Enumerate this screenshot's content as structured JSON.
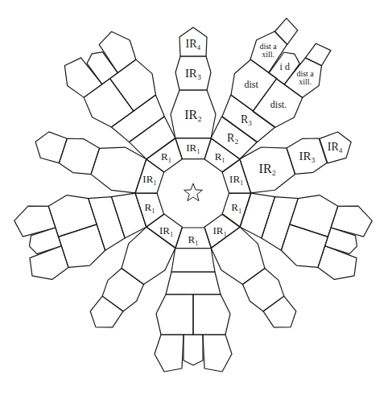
{
  "diagram": {
    "nodes": [
      {
        "text": [
          "IR₄"
        ]
      },
      {
        "text": [
          "IR₃"
        ]
      },
      {
        "text": [
          "dist a xill."
        ]
      },
      {
        "text": [
          "i d"
        ]
      },
      {
        "text": [
          "dist a xill."
        ]
      },
      {
        "text": [
          "dist"
        ]
      },
      {
        "text": [
          "dist."
        ]
      },
      {
        "text": [
          "IR₂"
        ]
      },
      {
        "text": [
          "R₃"
        ]
      },
      {
        "text": [
          "IR₃"
        ]
      },
      {
        "text": [
          "IR₄"
        ]
      },
      {
        "text": [
          "R₂"
        ]
      },
      {
        "text": [
          "IR₂"
        ]
      },
      {
        "text": [
          "IR₁"
        ]
      },
      {
        "text": [
          "R₁"
        ]
      },
      {
        "text": [
          "IR₁"
        ]
      },
      {
        "text": [
          "R₁"
        ]
      },
      {
        "text": [
          "IR₁"
        ]
      },
      {
        "text": [
          "R₁"
        ]
      },
      {
        "text": [
          "IR₁"
        ]
      },
      {
        "text": [
          "R₁"
        ]
      },
      {
        "text": [
          "IR₁"
        ]
      },
      {
        "text": [
          "R₁"
        ]
      }
    ],
    "edges": []
  }
}
